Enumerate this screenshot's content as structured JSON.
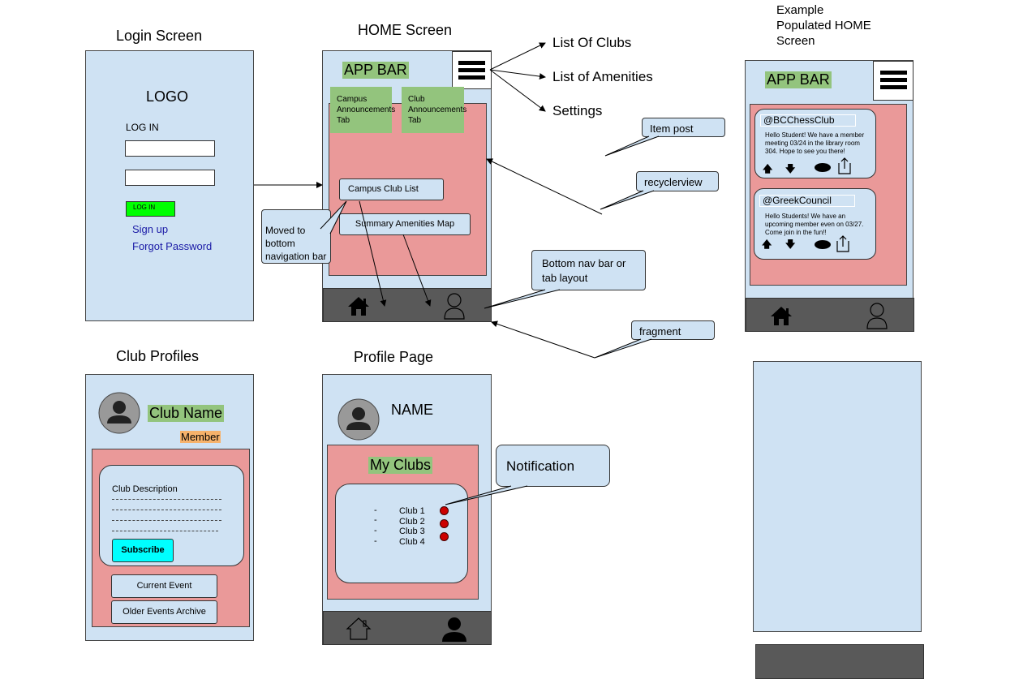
{
  "titles": {
    "login": "Login Screen",
    "home": "HOME Screen",
    "example": "Example\nPopulated HOME\nScreen",
    "club_profiles": "Club Profiles",
    "profile_page": "Profile Page"
  },
  "login": {
    "logo": "LOGO",
    "log_in_label": "LOG IN",
    "log_in_button": "LOG IN",
    "sign_up": "Sign up",
    "forgot_password": "Forgot Password"
  },
  "home": {
    "app_bar": "APP BAR",
    "tab_campus": "Campus Announcements Tab",
    "tab_club": "Club Announcements Tab",
    "campus_club_list": "Campus Club List",
    "summary_map": "Summary Amenities Map"
  },
  "menu_items": [
    "List Of Clubs",
    "List of Amenities",
    "Settings"
  ],
  "callouts": {
    "item_post": "Item post",
    "recyclerview": "recyclerview",
    "bottom_nav": "Bottom nav bar or tab layout",
    "fragment": "fragment",
    "moved": "Moved to bottom navigation bar",
    "notification": "Notification"
  },
  "example": {
    "app_bar": "APP BAR",
    "posts": [
      {
        "handle": "@BCChessClub",
        "text": "Hello Student! We have a member meeting 03/24 in the library room 304. Hope to see you there!"
      },
      {
        "handle": "@GreekCouncil",
        "text": "Hello Students! We have an upcoming member even on 03/27. Come join in the fun!!"
      }
    ]
  },
  "club_profile": {
    "club_name": "Club Name",
    "member": "Member",
    "description_label": "Club Description",
    "subscribe": "Subscribe",
    "current_event": "Current Event",
    "older_events": "Older Events Archive"
  },
  "profile": {
    "name": "NAME",
    "my_clubs": "My Clubs",
    "clubs": [
      "Club 1",
      "Club 2",
      "Club 3",
      "Club 4"
    ],
    "notification_color": "#cc0000"
  },
  "colors": {
    "screen_bg": "#cfe2f3",
    "content_bg": "#ea9999",
    "nav_bg": "#595959",
    "highlight": "#93c47d",
    "login_button": "#00ff00",
    "subscribe": "#00ffff",
    "member_badge": "#f6b26b"
  }
}
